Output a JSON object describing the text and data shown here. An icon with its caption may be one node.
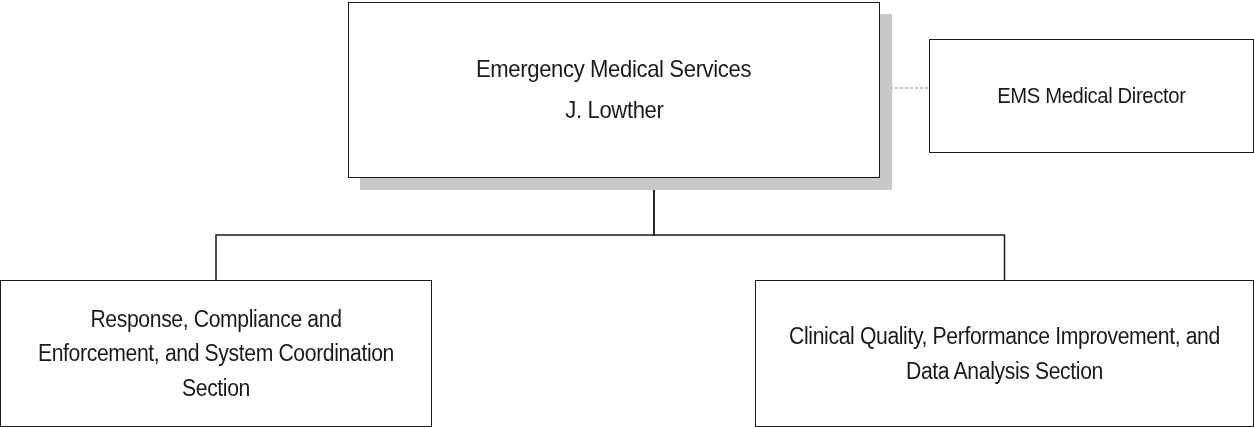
{
  "diagram": {
    "nodes": [
      {
        "text": [
          "Emergency Medical Services",
          "J. Lowther"
        ]
      },
      {
        "text": [
          "EMS Medical Director"
        ]
      },
      {
        "text": [
          "Response, Compliance and Enforcement, and System Coordination Section"
        ]
      },
      {
        "text": [
          "Clinical Quality, Performance Improvement, and Data Analysis Section"
        ]
      }
    ],
    "edges": [
      {
        "from": 0,
        "to": 1,
        "arrow": "none",
        "style": "dashed",
        "color": "#8a8a8a"
      },
      {
        "from": 0,
        "to": 2,
        "arrow": "none"
      },
      {
        "from": 0,
        "to": 3,
        "arrow": "none"
      }
    ]
  }
}
